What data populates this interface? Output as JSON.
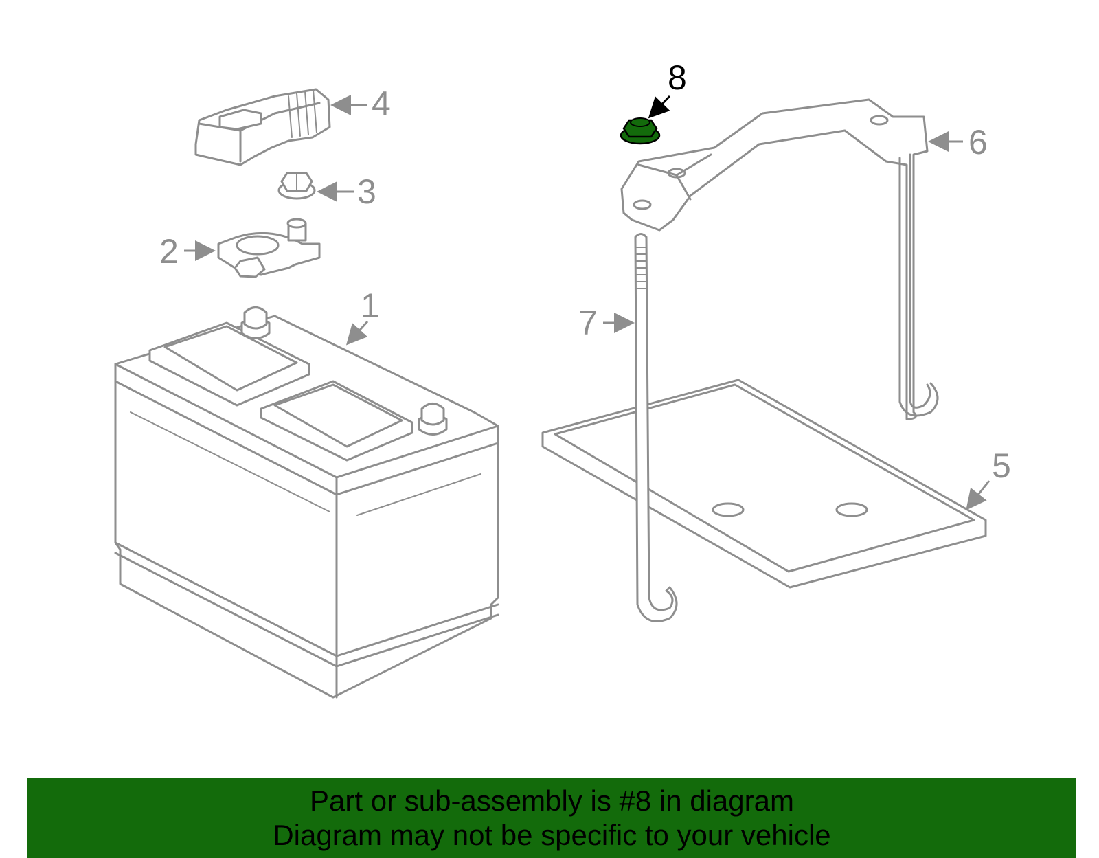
{
  "callouts": [
    {
      "id": "1",
      "label": "1"
    },
    {
      "id": "2",
      "label": "2"
    },
    {
      "id": "3",
      "label": "3"
    },
    {
      "id": "4",
      "label": "4"
    },
    {
      "id": "5",
      "label": "5"
    },
    {
      "id": "6",
      "label": "6"
    },
    {
      "id": "7",
      "label": "7"
    },
    {
      "id": "8",
      "label": "8"
    }
  ],
  "highlighted_part": "8",
  "colors": {
    "highlight": "#136b0b",
    "line": "#8e8e8e",
    "banner": "#136b0b"
  },
  "banner": {
    "line1": "Part or sub-assembly is #8 in diagram",
    "line2": "Diagram may not be specific to your vehicle"
  }
}
